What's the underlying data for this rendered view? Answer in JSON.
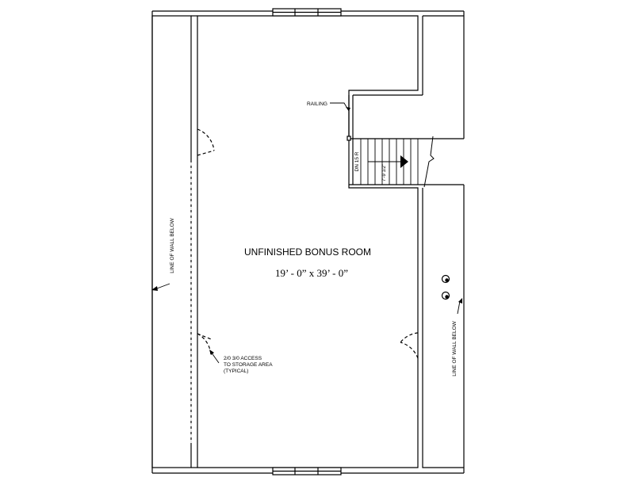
{
  "room": {
    "name": "UNFINISHED BONUS ROOM",
    "dimensions": "19’ - 0” x 39’ - 0”"
  },
  "labels": {
    "railing": "RAILING",
    "wall_below_left": "LINE OF WALL BELOW",
    "wall_below_right": "LINE OF WALL BELOW",
    "access_note": [
      "2/0 3/0 ACCESS",
      "TO STORAGE AREA",
      "(TYPICAL)"
    ],
    "stair_dn": "DN 15 R",
    "stair_height": "7'-9 1/2\""
  },
  "colors": {
    "line": "#000000",
    "background": "#ffffff"
  }
}
